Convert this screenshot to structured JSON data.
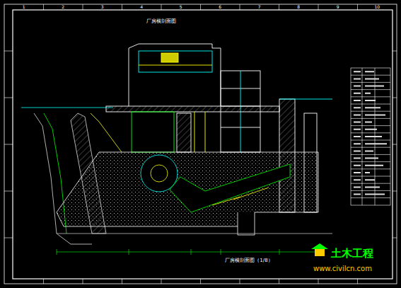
{
  "diagram": {
    "title": "厂房横剖面图",
    "caption": "厂房横剖面图（1/8）",
    "labels": [
      "1",
      "2",
      "3",
      "4",
      "5",
      "6",
      "7",
      "8",
      "9",
      "10",
      "土木工程",
      "www.civilcn.com"
    ]
  }
}
